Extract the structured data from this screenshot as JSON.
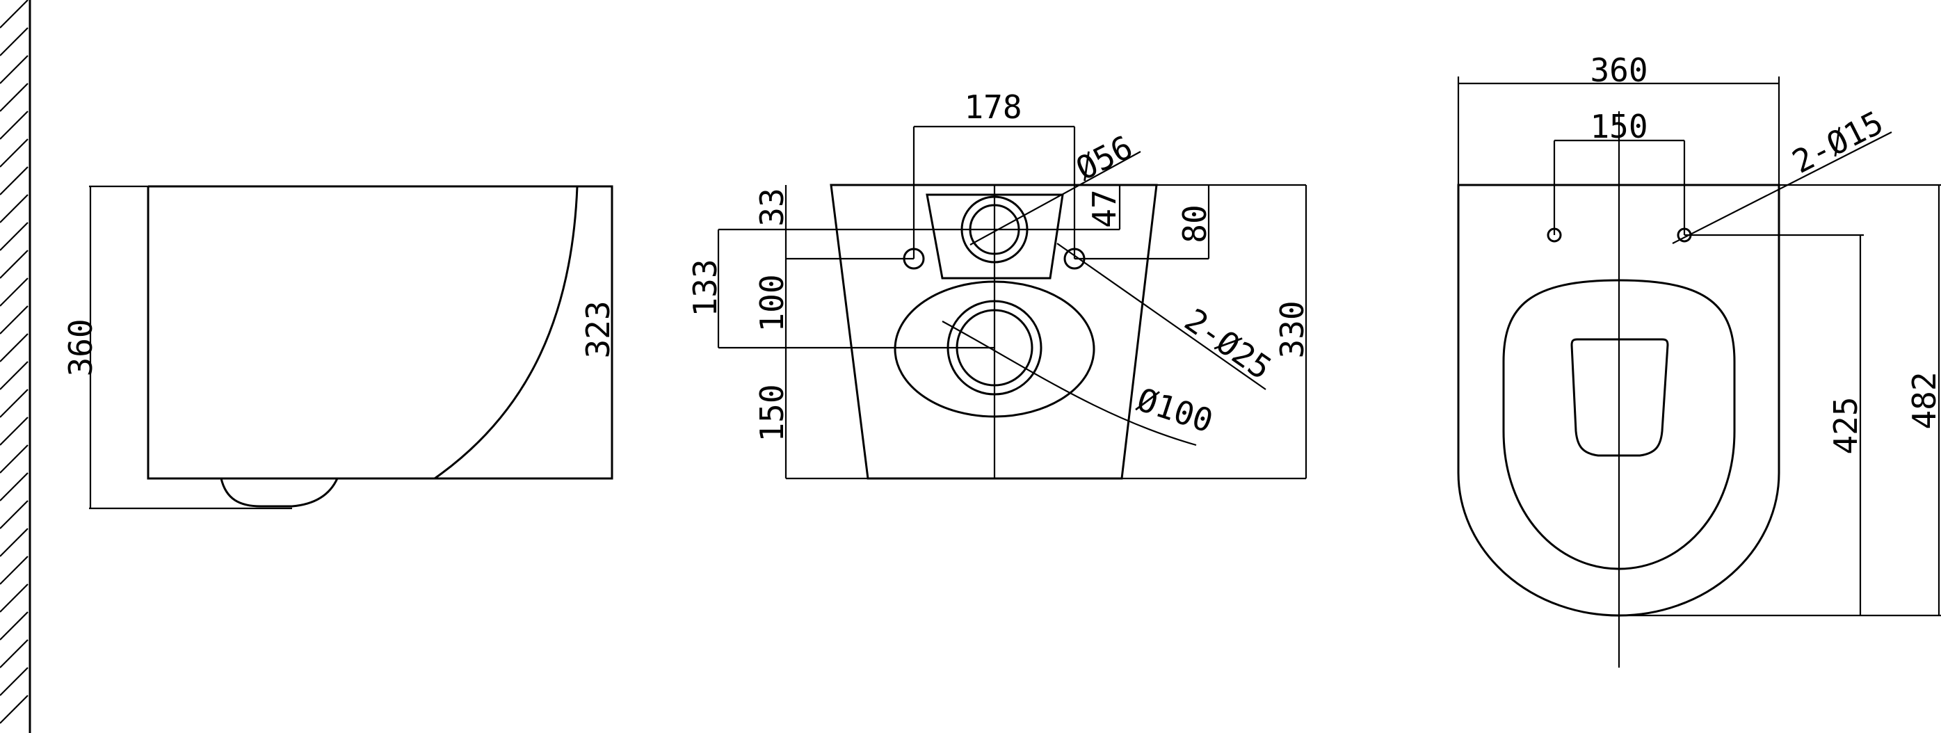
{
  "side_view": {
    "dim_height_total": "360",
    "dim_height_bowl": "323"
  },
  "back_view": {
    "dim_hole_spacing": "178",
    "dim_inlet_diameter": "Ø56",
    "dim_top_to_inlet_small": "33",
    "dim_top_to_inlet_center": "47",
    "dim_top_to_fixing_holes": "80",
    "dim_inlet_to_outlet_outer": "133",
    "dim_inlet_to_outlet": "100",
    "dim_outlet_to_bottom": "150",
    "dim_total_height": "330",
    "dim_fixing_holes": "2-Ø25",
    "dim_outlet_diameter": "Ø100"
  },
  "top_view": {
    "dim_width": "360",
    "dim_hole_spacing": "150",
    "dim_holes": "2-Ø15",
    "dim_holes_to_front": "425",
    "dim_total_depth": "482"
  }
}
